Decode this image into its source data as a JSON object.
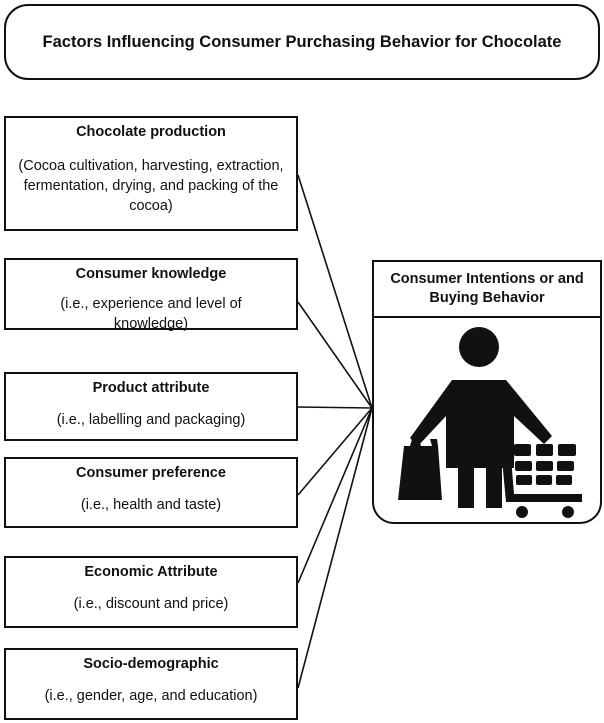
{
  "title": "Factors Influencing Consumer Purchasing Behavior for Chocolate",
  "factors": [
    {
      "heading": "Chocolate production",
      "detail": "(Cocoa cultivation, harvesting, extraction, fermentation, drying, and packing of the cocoa)"
    },
    {
      "heading": "Consumer knowledge",
      "detail": "(i.e., experience and level of knowledge)"
    },
    {
      "heading": "Product attribute",
      "detail": "(i.e., labelling and packaging)"
    },
    {
      "heading": "Consumer preference",
      "detail": "(i.e., health and taste)"
    },
    {
      "heading": "Economic Attribute",
      "detail": "(i.e., discount and price)"
    },
    {
      "heading": "Socio-demographic",
      "detail": "(i.e., gender, age, and education)"
    }
  ],
  "outcome": {
    "heading": "Consumer Intentions or and Buying Behavior",
    "icon": "shopper-with-cart-icon"
  }
}
